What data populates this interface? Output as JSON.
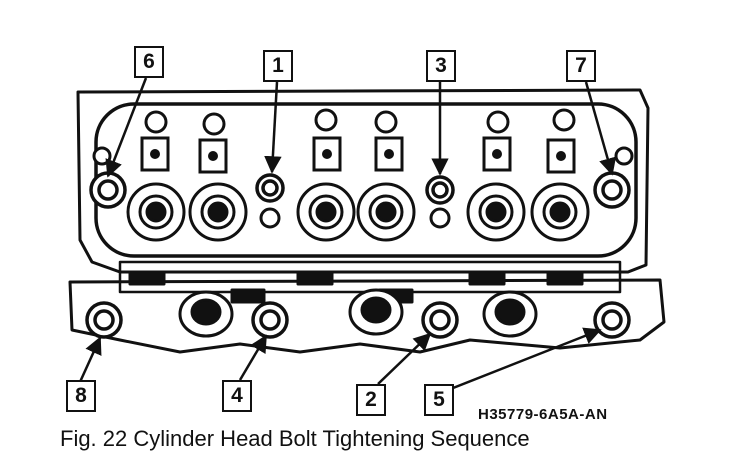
{
  "part_number": "H35779-6A5A-AN",
  "caption": "Fig. 22 Cylinder Head Bolt Tightening Sequence",
  "callouts": {
    "b1": "1",
    "b2": "2",
    "b3": "3",
    "b4": "4",
    "b5": "5",
    "b6": "6",
    "b7": "7",
    "b8": "8"
  },
  "colors": {
    "ink": "#111111",
    "paper": "#ffffff"
  }
}
